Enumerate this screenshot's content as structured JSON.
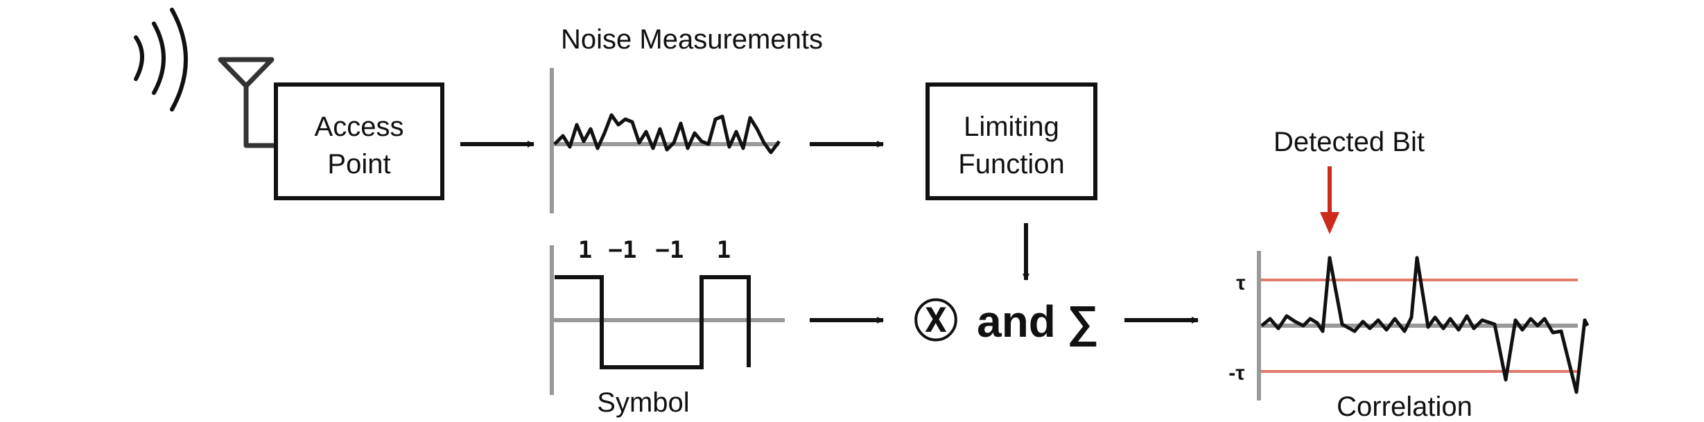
{
  "access_point": {
    "line1": "Access",
    "line2": "Point"
  },
  "noise": {
    "title": "Noise Measurements"
  },
  "limiting": {
    "line1": "Limiting",
    "line2": "Function"
  },
  "symbol": {
    "label": "Symbol",
    "bits": [
      "1",
      "−1",
      "−1",
      "1"
    ]
  },
  "combine": {
    "otimes": "Ⓧ",
    "text": "and",
    "sigma": "∑"
  },
  "correlation": {
    "label": "Correlation",
    "detected_label": "Detected Bit",
    "tau_pos": "τ",
    "tau_neg": "-τ"
  },
  "colors": {
    "ink": "#111111",
    "axis": "#999999",
    "threshold": "#e07a6a",
    "detected": "#cc2a1a"
  }
}
